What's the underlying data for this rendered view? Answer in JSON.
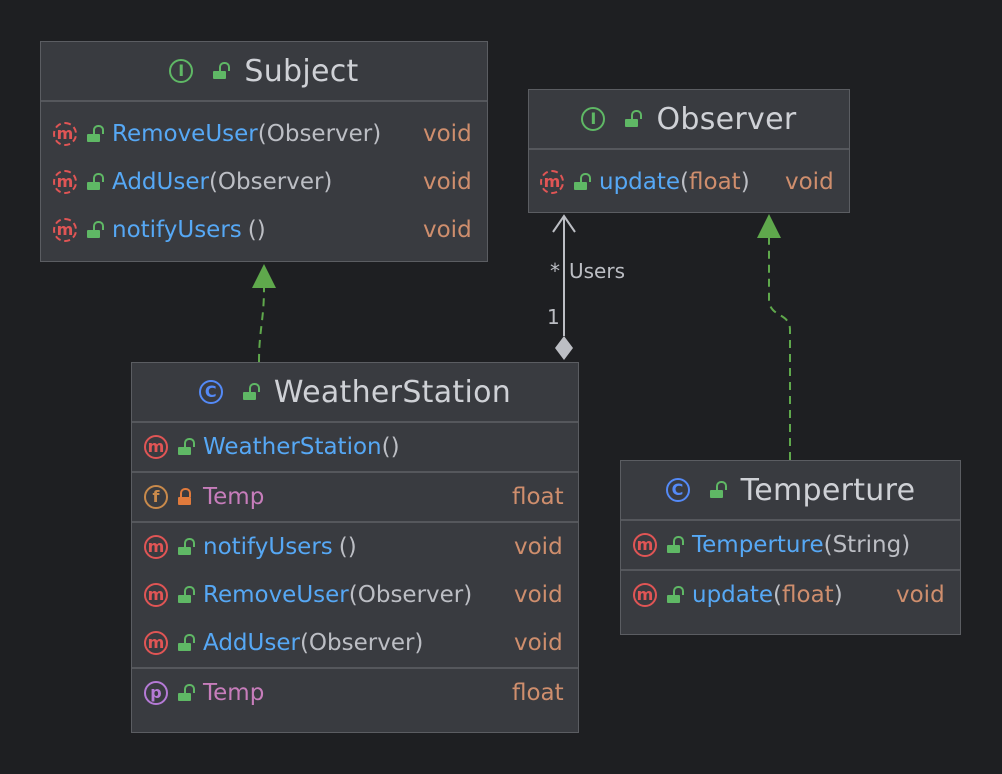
{
  "subject": {
    "name": "Subject",
    "kind": "interface",
    "methods": [
      {
        "name": "RemoveUser",
        "params": "(Observer)",
        "return": "void"
      },
      {
        "name": "AddUser",
        "params": "(Observer)",
        "return": "void"
      },
      {
        "name": "notifyUsers",
        "params": "()",
        "return": "void"
      }
    ]
  },
  "observer": {
    "name": "Observer",
    "kind": "interface",
    "methods": [
      {
        "name": "update",
        "lp": "(",
        "param": "float",
        "rp": ")",
        "return": "void"
      }
    ]
  },
  "weatherStation": {
    "name": "WeatherStation",
    "kind": "class",
    "constructor": {
      "name": "WeatherStation",
      "params": "()"
    },
    "field": {
      "name": "Temp",
      "type": "float"
    },
    "methods": [
      {
        "name": "notifyUsers",
        "params": "()",
        "return": "void"
      },
      {
        "name": "RemoveUser",
        "params": "(Observer)",
        "return": "void"
      },
      {
        "name": "AddUser",
        "params": "(Observer)",
        "return": "void"
      }
    ],
    "property": {
      "name": "Temp",
      "type": "float"
    }
  },
  "temperture": {
    "name": "Temperture",
    "kind": "class",
    "constructor": {
      "name": "Temperture",
      "params": "(String)"
    },
    "methods": [
      {
        "name": "update",
        "lp": "(",
        "param": "float",
        "rp": ")",
        "return": "void"
      }
    ]
  },
  "association": {
    "target_multiplicity": "*",
    "target_label": "Users",
    "source_multiplicity": "1"
  },
  "icons": {
    "interface": "I",
    "class": "C",
    "method": "m",
    "field": "f",
    "property": "p"
  },
  "colors": {
    "background": "#1e1f22",
    "box": "#393b40",
    "method_name": "#56a8f5",
    "type": "#cf8e6d",
    "field": "#c77dbb",
    "arrow_realization": "#5fa84c",
    "arrow_association": "#bcbec4"
  }
}
